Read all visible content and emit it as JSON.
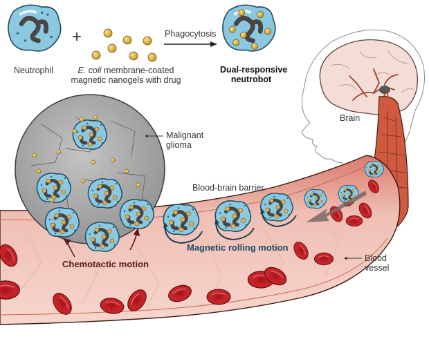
{
  "diagram": {
    "top_row": {
      "neutrophil_label": "Neutrophil",
      "plus_symbol": "+",
      "nanogel_label_italic": "E. coli",
      "nanogel_label_line1_rest": " membrane-coated",
      "nanogel_label_line2": "magnetic nanogels with drug",
      "process_label": "Phagocytosis",
      "product_label_line1": "Dual-responsive",
      "product_label_line2": "neutrobot"
    },
    "labels": {
      "brain": "Brain",
      "glioma_line1": "Malignant",
      "glioma_line2": "glioma",
      "bbb": "Blood-brain barrier",
      "magnetic": "Magnetic rolling motion",
      "chemotactic": "Chemotactic motion",
      "vessel_line1": "Blood",
      "vessel_line2": "vessel"
    },
    "colors": {
      "neutrophil_fill": "#8cc8df",
      "neutrophil_edge": "#2a6a88",
      "nucleus": "#4a4545",
      "nanogel": "#e0b030",
      "glioma": "#9a9a9a",
      "vessel": "#e9a49a",
      "rbc": "#c0201f",
      "artery": "#b5503a",
      "brain": "#f3ddd6",
      "label_blue": "#1f4a63",
      "label_maroon": "#5a1a12"
    }
  }
}
